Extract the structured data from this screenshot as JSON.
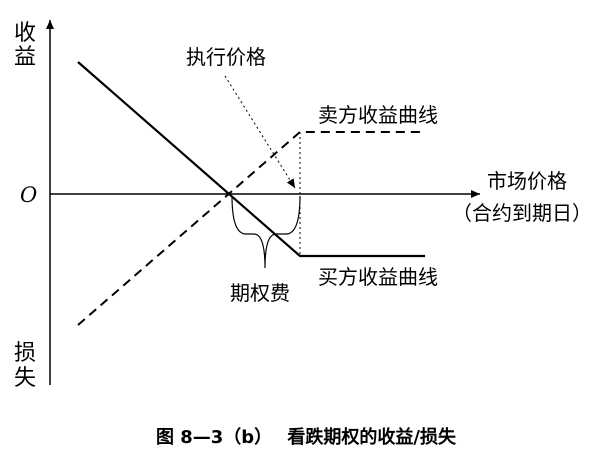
{
  "axis_labels": {
    "y_top": [
      "收",
      "益"
    ],
    "y_bottom": [
      "损",
      "失"
    ],
    "origin": "O",
    "x_line1": "市场价格",
    "x_line2": "（合约到期日）"
  },
  "annotations": {
    "strike": "执行价格",
    "seller_curve": "卖方收益曲线",
    "buyer_curve": "买方收益曲线",
    "premium": "期权费"
  },
  "caption": "图 8—3（b）　 看跌期权的收益/损失"
}
